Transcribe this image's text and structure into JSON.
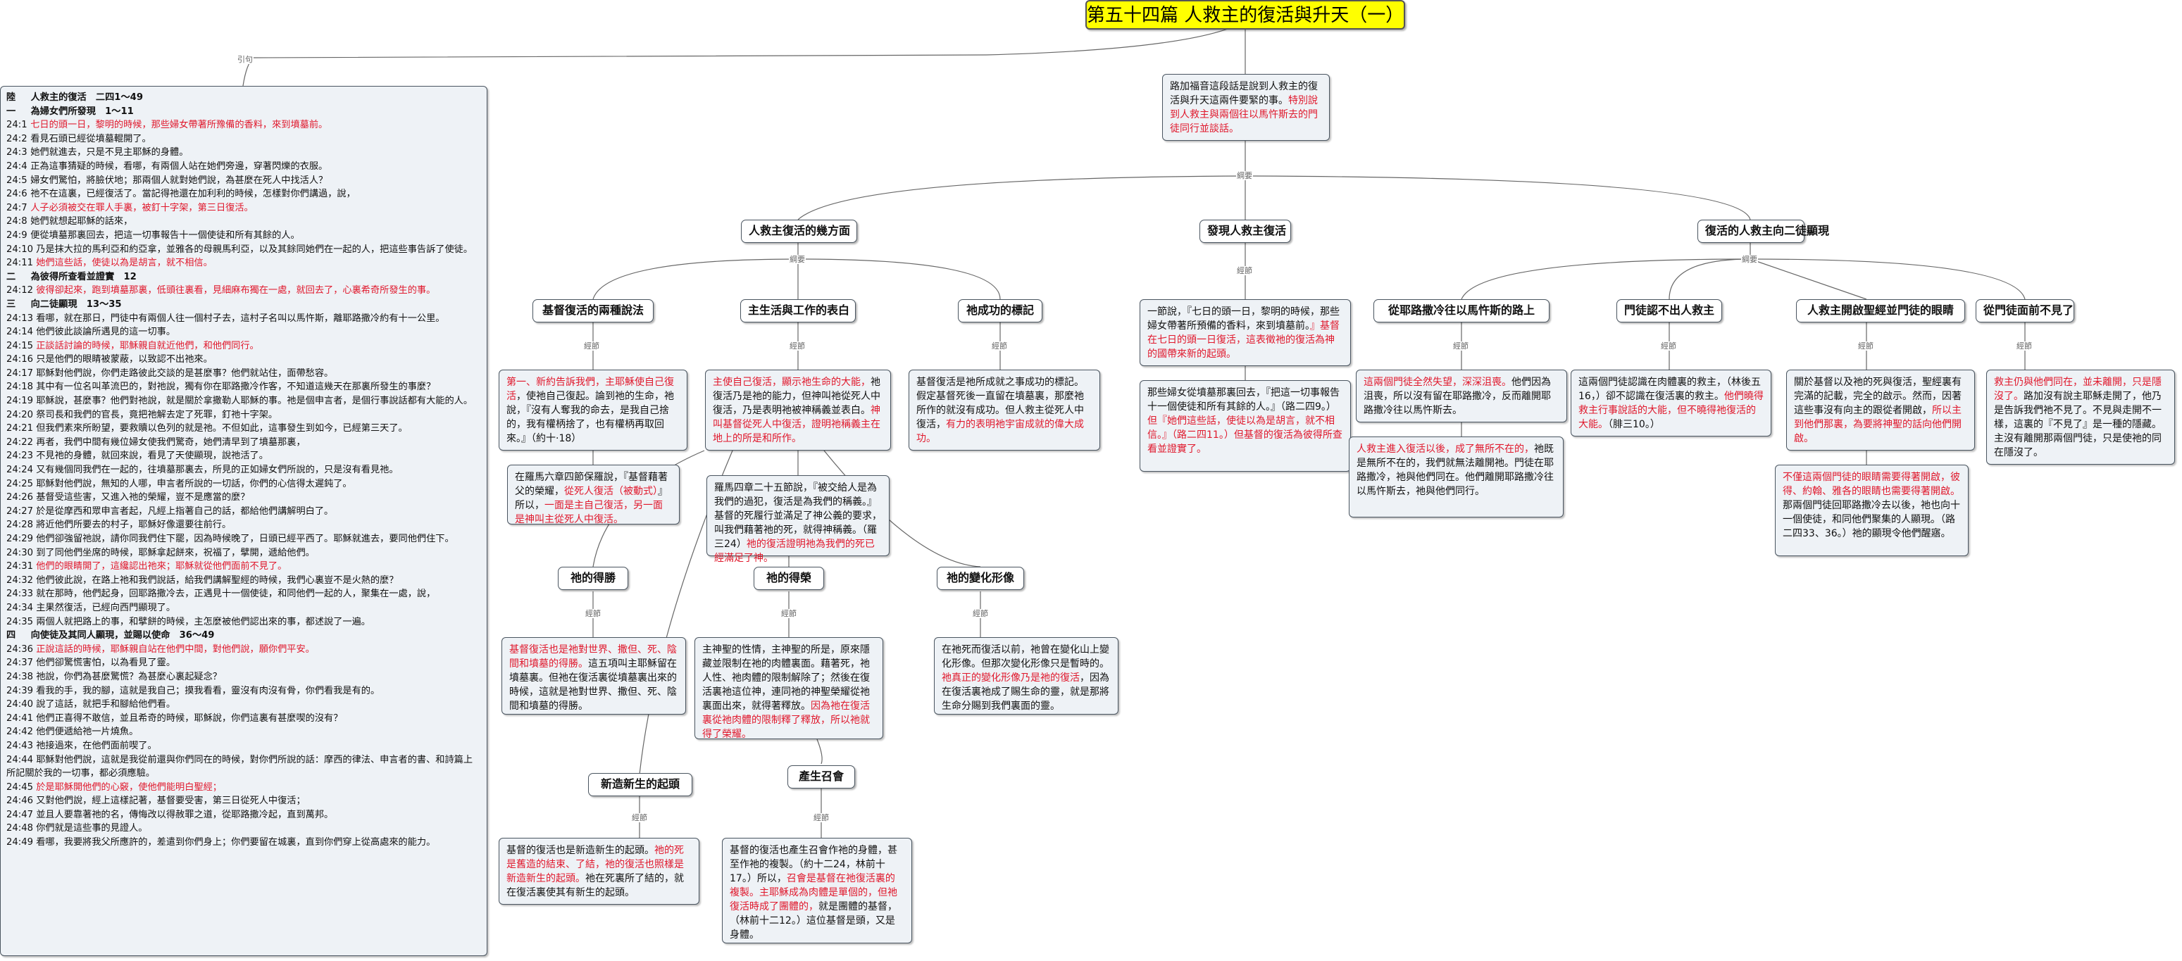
{
  "title": "第五十四篇 人救主的復活與升天（一）",
  "relations": {
    "quote": "引句",
    "outline": "綱要",
    "scripture": "經節"
  },
  "intro": {
    "plain": "路加福音這段話是說到人救主的復活與升天這兩件要緊的事。",
    "red": "特別說到人救主與兩個往以馬忤斯去的門徒同行並談話。"
  },
  "branches": {
    "aspects": "人救主復活的幾方面",
    "discovery": "發現人救主復活",
    "appearance": "復活的人救主向二徒顯現"
  },
  "aspects": {
    "two_truths": {
      "head": "基督復活的兩種說法",
      "text": [
        {
          "t": "第一、新約告訴我們，主耶穌使自己復活",
          "r": true
        },
        {
          "t": "，使祂自己復起。論到祂的生命，祂說，『沒有人奪我的命去，是我自己捨的，我有權柄捨了，也有權柄再取回來。』（約十·18）",
          "r": false
        }
      ]
    },
    "romans_note": {
      "text": [
        {
          "t": "在羅馬六章四節保羅說，『基督藉著父的榮耀，",
          "r": false
        },
        {
          "t": "從死人復活（被動式）",
          "r": true
        },
        {
          "t": "』所以，",
          "r": false
        },
        {
          "t": "一面是主自己復活，另一面是神叫主從死人中復活。",
          "r": true
        }
      ]
    },
    "work_expression": {
      "head": "主生活與工作的表白",
      "text": [
        {
          "t": "主使自己復活，顯示祂生命的大能，",
          "r": true
        },
        {
          "t": "祂復活乃是祂的能力，但神叫祂從死人中復活，乃是表明祂被神稱義並表白。",
          "r": false
        },
        {
          "t": "神叫基督從死人中復活，證明祂稱義主在地上的所是和所作。",
          "r": true
        }
      ]
    },
    "romans_4": {
      "text": [
        {
          "t": "羅馬四章二十五節說，『被交給人是為我們的過犯，復活是為我們的稱義。』基督的死履行並滿足了神公義的要求，叫我們藉著祂的死，就得神稱義。（羅三24）",
          "r": false
        },
        {
          "t": "祂的復活證明祂為我們的死已經滿足了神。",
          "r": true
        }
      ]
    },
    "success": {
      "head": "祂成功的標記",
      "text": [
        {
          "t": "基督復活是祂所成就之事成功的標記。假定基督死後一直留在墳墓裏，那麼祂所作的就沒有成功。但人救主從死人中復活，",
          "r": false
        },
        {
          "t": "有力的表明祂宇宙成就的偉大成功。",
          "r": true
        }
      ]
    },
    "victory": {
      "head": "祂的得勝",
      "text": [
        {
          "t": "基督復活也是祂對世界、撒但、死、陰間和墳墓的得勝。",
          "r": true
        },
        {
          "t": "這五項叫主耶穌留在墳墓裏。但祂在復活裏從墳墓裏出來的時候，這就是祂對世界、撒但、死、陰間和墳墓的得勝。",
          "r": false
        }
      ]
    },
    "glory": {
      "head": "祂的得榮",
      "text": [
        {
          "t": "主神聖的性情，主神聖的所是，原來隱藏並限制在祂的肉體裏面。藉著死，祂人性、祂肉體的限制解除了；然後在復活裏祂這位神，連同祂的神聖榮耀從祂裏面出來，就得著釋放。",
          "r": false
        },
        {
          "t": "因為祂在復活裏從祂肉體的限制釋了釋放，所以祂就得了榮耀。",
          "r": true
        }
      ]
    },
    "transform": {
      "head": "祂的變化形像",
      "text": [
        {
          "t": "在祂死而復活以前，祂曾在變化山上變化形像。但那次變化形像只是暫時的。",
          "r": false
        },
        {
          "t": "祂真正的變化形像乃是祂的復活",
          "r": true
        },
        {
          "t": "，因為在復活裏祂成了賜生命的靈，就是那將生命分賜到我們裏面的靈。",
          "r": false
        }
      ]
    },
    "newborn": {
      "head": "新造新生的起頭",
      "text": [
        {
          "t": "基督的復活也是新造新生的起頭。",
          "r": false
        },
        {
          "t": "祂的死是舊造的結束、了結，祂的復活也照樣是新造新生的起頭。",
          "r": true
        },
        {
          "t": "祂在死裏所了結的，就在復活裏使其有新生的起頭。",
          "r": false
        }
      ]
    },
    "church": {
      "head": "產生召會",
      "text": [
        {
          "t": "基督的復活也產生召會作祂的身體，甚至作祂的複製。（約十二24，林前十17。）所以，",
          "r": false
        },
        {
          "t": "召會是基督在祂復活裏的複製。主耶穌成為肉體是單個的，但祂復活時成了團體的，",
          "r": true
        },
        {
          "t": "就是團體的基督，（林前十二12。）這位基督是頭，又是身體。",
          "r": false
        }
      ]
    }
  },
  "discovery": {
    "text1": [
      {
        "t": "一節說，『七日的頭一日，黎明的時候，那些婦女帶著所預備的香料，來到墳墓前。",
        "r": false
      },
      {
        "t": "』基督在七日的頭一日復活，這表徵祂的復活為神的國帶來新的起頭。",
        "r": true
      }
    ],
    "text2": [
      {
        "t": "那些婦女從墳墓那裏回去，『把這一切事報告十一個使徒和所有其餘的人。』（路二四9。）",
        "r": false
      },
      {
        "t": "但『她們這些話，使徒以為是胡言，就不相信。』（路二四11。）",
        "r": true
      },
      {
        "t": "但基督的復活為彼得所查看並證實了。",
        "r": true
      }
    ]
  },
  "appearance": {
    "emmaus": {
      "head": "從耶路撒冷往以馬忤斯的路上",
      "text1": [
        {
          "t": "這兩個門徒全然失望，深深沮喪。",
          "r": true
        },
        {
          "t": "他們因為沮喪，所以沒有留在耶路撒冷，反而離開耶路撒冷往以馬忤斯去。",
          "r": false
        }
      ],
      "text2": [
        {
          "t": "人救主進入復活以後，成了無所不在的，",
          "r": true
        },
        {
          "t": "祂既是無所不在的，我們就無法離開祂。門徒在耶路撒冷，祂與他們同在。他們離開耶路撒冷往以馬忤斯去，祂與他們同行。",
          "r": false
        }
      ]
    },
    "unrecognized": {
      "head": "門徒認不出人救主",
      "text": [
        {
          "t": "這兩個門徒認識在肉體裏的救主，（林後五16，）卻不認識在復活裏的救主。",
          "r": false
        },
        {
          "t": "他們曉得救主行事說話的大能，但不曉得祂復活的大能。",
          "r": true
        },
        {
          "t": "（腓三10。）",
          "r": false
        }
      ]
    },
    "opened": {
      "head": "人救主開啟聖經並門徒的眼睛",
      "text1": [
        {
          "t": "關於基督以及祂的死與復活，聖經裏有完滿的記載，完全的啟示。然而，因著這些事沒有向主的跟從者開啟，",
          "r": false
        },
        {
          "t": "所以主到他們那裏，為要將神聖的話向他們開啟。",
          "r": true
        }
      ],
      "text2": [
        {
          "t": "不僅這兩個門徒的眼睛需要得著開啟，彼得、約翰、雅各的眼睛也需要得著開啟。",
          "r": true
        },
        {
          "t": "那兩個門徒回耶路撒冷去以後，祂也向十一個使徒，和同他們聚集的人顯現。（路二四33、36。）祂的顯現令他們醒寤。",
          "r": false
        }
      ]
    },
    "vanished": {
      "head": "從門徒面前不見了",
      "text": [
        {
          "t": "救主仍與他們同在，並未離開，只是隱沒了。",
          "r": true
        },
        {
          "t": "路加沒有說主耶穌走開了，他乃是告訴我們祂不見了。不見與走開不一樣，這裏的『不見了』是一種的隱藏。主沒有離開那兩個門徒，只是使祂的同在隱沒了。",
          "r": false
        }
      ]
    }
  },
  "verses": [
    {
      "s": true,
      "ref": "陸",
      "t": "人救主的復活　二四1～49"
    },
    {
      "s": true,
      "ref": "一",
      "t": "為婦女們所發現　1～11"
    },
    {
      "ref": "24:1",
      "t": "七日的頭一日，黎明的時候，那些婦女帶著所豫備的香料，來到墳墓前。",
      "r": true
    },
    {
      "ref": "24:2",
      "t": "看見石頭已經從墳墓輥開了。"
    },
    {
      "ref": "24:3",
      "t": "她們就進去，只是不見主耶穌的身體。"
    },
    {
      "ref": "24:4",
      "t": "正為這事猜疑的時候，看哪，有兩個人站在她們旁邊，穿著閃爍的衣服。"
    },
    {
      "ref": "24:5",
      "t": "婦女們驚怕，將臉伏地；那兩個人就對她們說，為甚麼在死人中找活人？"
    },
    {
      "ref": "24:6",
      "t": "祂不在這裏，已經復活了。當記得祂還在加利利的時候，怎樣對你們講過，說，"
    },
    {
      "ref": "24:7",
      "t": "人子必須被交在罪人手裏，被釘十字架，第三日復活。",
      "r": true
    },
    {
      "ref": "24:8",
      "t": "她們就想起耶穌的話來，"
    },
    {
      "ref": "24:9",
      "t": "便從墳墓那裏回去，把這一切事報告十一個使徒和所有其餘的人。"
    },
    {
      "ref": "24:10",
      "t": "乃是抹大拉的馬利亞和約亞拿，並雅各的母親馬利亞，以及其餘同她們在一起的人，把這些事告訴了使徒。"
    },
    {
      "ref": "24:11",
      "t": "她們這些話，使徒以為是胡言，就不相信。",
      "r": true
    },
    {
      "s": true,
      "ref": "二",
      "t": "為彼得所查看並證實　12"
    },
    {
      "ref": "24:12",
      "t": "彼得卻起來，跑到墳墓那裏，低頭往裏看，見細麻布獨在一處，就回去了，心裏希奇所發生的事。",
      "r": true
    },
    {
      "s": true,
      "ref": "三",
      "t": "向二徒顯現　13～35"
    },
    {
      "ref": "24:13",
      "t": "看哪，就在那日，門徒中有兩個人往一個村子去，這村子名叫以馬忤斯，離耶路撒冷約有十一公里。"
    },
    {
      "ref": "24:14",
      "t": "他們彼此談論所遇見的這一切事。"
    },
    {
      "ref": "24:15",
      "t": "正談話討論的時候，耶穌親自就近他們，和他們同行。",
      "r": true
    },
    {
      "ref": "24:16",
      "t": "只是他們的眼睛被蒙蔽，以致認不出祂來。"
    },
    {
      "ref": "24:17",
      "t": "耶穌對他們說，你們走路彼此交談的是甚麼事？他們就站住，面帶愁容。"
    },
    {
      "ref": "24:18",
      "t": "其中有一位名叫革流巴的，對祂說，獨有你在耶路撒冷作客，不知道這幾天在那裏所發生的事麼？"
    },
    {
      "ref": "24:19",
      "t": "耶穌說，甚麼事？他們對祂說，就是關於拿撒勒人耶穌的事。祂是個申言者，是個行事說話都有大能的人。"
    },
    {
      "ref": "24:20",
      "t": "祭司長和我們的官長，竟把祂解去定了死罪，釘祂十字架。"
    },
    {
      "ref": "24:21",
      "t": "但我們素來所盼望，要救贖以色列的就是祂。不但如此，這事發生到如今，已經第三天了。"
    },
    {
      "ref": "24:22",
      "t": "再者，我們中間有幾位婦女使我們驚奇，她們清早到了墳墓那裏，"
    },
    {
      "ref": "24:23",
      "t": "不見祂的身體，就回來說，看見了天使顯現，說祂活了。"
    },
    {
      "ref": "24:24",
      "t": "又有幾個同我們在一起的，往墳墓那裏去，所見的正如婦女們所說的，只是沒有看見祂。"
    },
    {
      "ref": "24:25",
      "t": "耶穌對他們說，無知的人哪，申言者所說的一切話，你們的心信得太遲鈍了。"
    },
    {
      "ref": "24:26",
      "t": "基督受這些害，又進入祂的榮耀，豈不是應當的麼？"
    },
    {
      "ref": "24:27",
      "t": "於是從摩西和眾申言者起，凡經上指著自己的話，都給他們講解明白了。"
    },
    {
      "ref": "24:28",
      "t": "將近他們所要去的村子，耶穌好像還要往前行。"
    },
    {
      "ref": "24:29",
      "t": "他們卻強留祂說，請你同我們住下罷，因為時候晚了，日頭已經平西了。耶穌就進去，要同他們住下。"
    },
    {
      "ref": "24:30",
      "t": "到了同他們坐席的時候，耶穌拿起餅來，祝福了，擘開，遞給他們。"
    },
    {
      "ref": "24:31",
      "t": "他們的眼睛開了，這纔認出祂來；耶穌就從他們面前不見了。",
      "r": true
    },
    {
      "ref": "24:32",
      "t": "他們彼此說，在路上祂和我們說話，給我們講解聖經的時候，我們心裏豈不是火熱的麼？"
    },
    {
      "ref": "24:33",
      "t": "就在那時，他們起身，回耶路撒冷去，正遇見十一個使徒，和同他們一起的人，聚集在一處，說，"
    },
    {
      "ref": "24:34",
      "t": "主果然復活，已經向西門顯現了。"
    },
    {
      "ref": "24:35",
      "t": "兩個人就把路上的事，和擘餅的時候，主怎麼被他們認出來的事，都述說了一遍。"
    },
    {
      "s": true,
      "ref": "四",
      "t": "向使徒及其同人顯現，並賜以使命　36～49"
    },
    {
      "ref": "24:36",
      "t": "正說這話的時候，耶穌親自站在他們中間，對他們說，願你們平安。",
      "r": true
    },
    {
      "ref": "24:37",
      "t": "他們卻驚慌害怕，以為看見了靈。"
    },
    {
      "ref": "24:38",
      "t": "祂說，你們為甚麼驚慌？為甚麼心裏起疑念？"
    },
    {
      "ref": "24:39",
      "t": "看我的手，我的腳，這就是我自己；摸我看看，靈沒有肉沒有骨，你們看我是有的。"
    },
    {
      "ref": "24:40",
      "t": "說了這話，就把手和腳給他們看。"
    },
    {
      "ref": "24:41",
      "t": "他們正喜得不敢信，並且希奇的時候，耶穌說，你們這裏有甚麼喫的沒有？"
    },
    {
      "ref": "24:42",
      "t": "他們便遞給祂一片燒魚。"
    },
    {
      "ref": "24:43",
      "t": "祂接過來，在他們面前喫了。"
    },
    {
      "ref": "24:44",
      "t": "耶穌對他們說，這就是我從前還與你們同在的時候，對你們所說的話：摩西的律法、申言者的書、和詩篇上所記關於我的一切事，都必須應驗。"
    },
    {
      "ref": "24:45",
      "t": "於是耶穌開他們的心竅，使他們能明白聖經；",
      "r": true
    },
    {
      "ref": "24:46",
      "t": "又對他們說，經上這樣記著，基督要受害，第三日從死人中復活；"
    },
    {
      "ref": "24:47",
      "t": "並且人要靠著祂的名，傳悔改以得赦罪之道，從耶路撒冷起，直到萬邦。"
    },
    {
      "ref": "24:48",
      "t": "你們就是這些事的見證人。"
    },
    {
      "ref": "24:49",
      "t": "看哪，我要將我父所應許的，差遣到你們身上；你們要留在城裏，直到你們穿上從高處來的能力。"
    }
  ]
}
